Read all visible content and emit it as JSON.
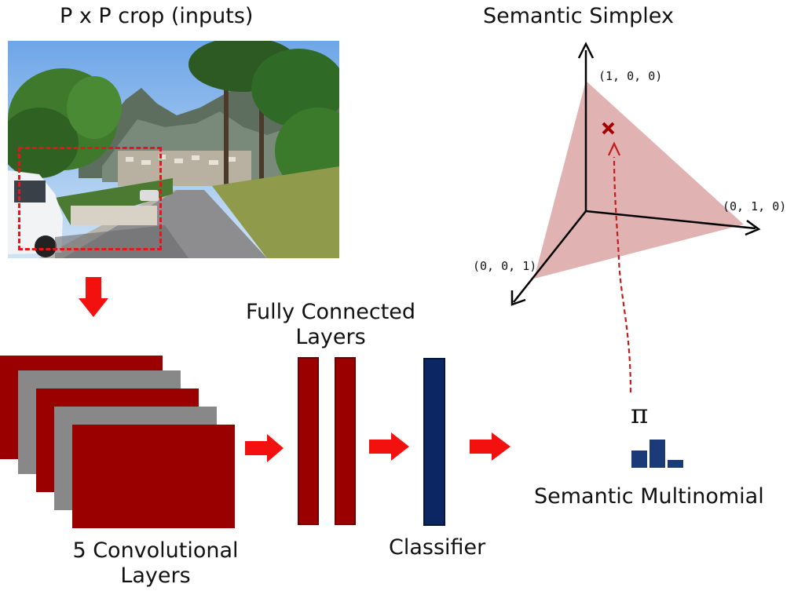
{
  "labels": {
    "input_title": "P x P crop (inputs)",
    "simplex_title": "Semantic Simplex",
    "fc_title_line1": "Fully Connected",
    "fc_title_line2": "Layers",
    "conv_line1": "5 Convolutional",
    "conv_line2": "Layers",
    "classifier": "Classifier",
    "multinomial": "Semantic Multinomial",
    "pi": "π"
  },
  "simplex_vertices": {
    "v1": "(1, 0, 0)",
    "v2": "(0, 1, 0)",
    "v3": "(0, 0, 1)"
  },
  "histogram": {
    "values": [
      0.55,
      0.9,
      0.25
    ]
  },
  "colors": {
    "arrow_red": "#f2110f",
    "dark_red": "#9b0000",
    "gray": "#888888",
    "navy": "#0c2563",
    "simplex_fill": "#dfaeae",
    "marker": "#a30000"
  },
  "icons": {
    "down_arrow": "down-arrow-icon",
    "right_arrow": "right-arrow-icon",
    "marker": "x-mark-icon"
  }
}
